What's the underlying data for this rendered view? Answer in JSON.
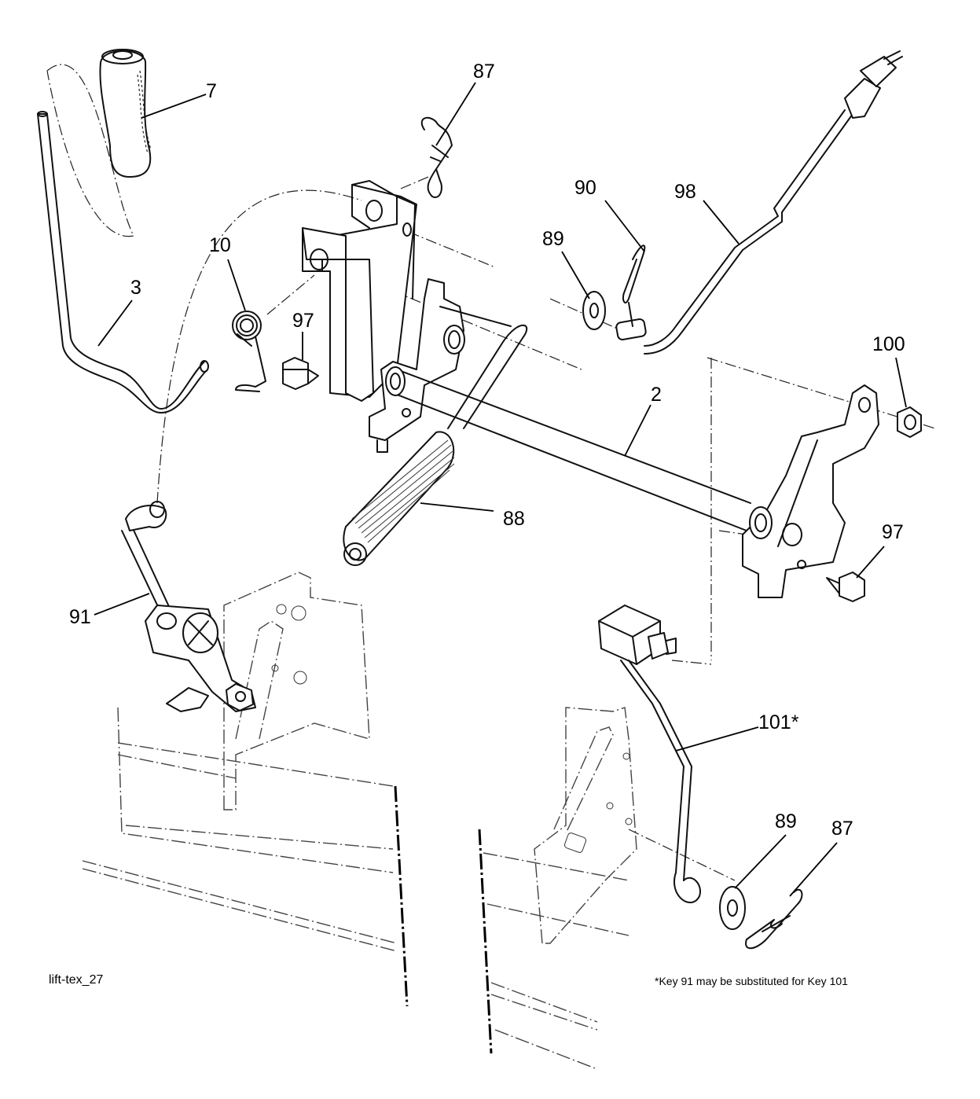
{
  "figure_id": "lift-tex_27",
  "footnote": "*Key 91 may be substituted for Key 101",
  "callouts": [
    {
      "id": "7",
      "label": "7"
    },
    {
      "id": "87-top",
      "label": "87"
    },
    {
      "id": "90",
      "label": "90"
    },
    {
      "id": "98",
      "label": "98"
    },
    {
      "id": "89-top",
      "label": "89"
    },
    {
      "id": "10",
      "label": "10"
    },
    {
      "id": "97-left",
      "label": "97"
    },
    {
      "id": "3",
      "label": "3"
    },
    {
      "id": "100",
      "label": "100"
    },
    {
      "id": "2",
      "label": "2"
    },
    {
      "id": "88",
      "label": "88"
    },
    {
      "id": "97-right",
      "label": "97"
    },
    {
      "id": "91",
      "label": "91"
    },
    {
      "id": "101",
      "label": "101*"
    },
    {
      "id": "89-bottom",
      "label": "89"
    },
    {
      "id": "87-bottom",
      "label": "87"
    }
  ]
}
